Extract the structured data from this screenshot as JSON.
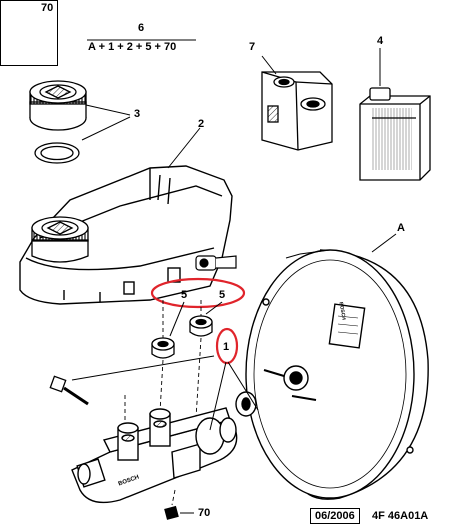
{
  "labels": {
    "box_ref": "70",
    "formula_num": "6",
    "formula": "A + 1 + 2 + 5 + 70",
    "cap": "3",
    "reservoir": "2",
    "seal_kit": "7",
    "fluid": "4",
    "booster": "A",
    "grommet_left": "5",
    "grommet_right": "5",
    "master_cyl": "1",
    "nut": "70"
  },
  "footer": {
    "date": "06/2006",
    "code": "4F 46A01A"
  },
  "brand": {
    "cylinder": "BOSCH",
    "booster": "BOSCH"
  },
  "highlight_color": "#e0242b"
}
